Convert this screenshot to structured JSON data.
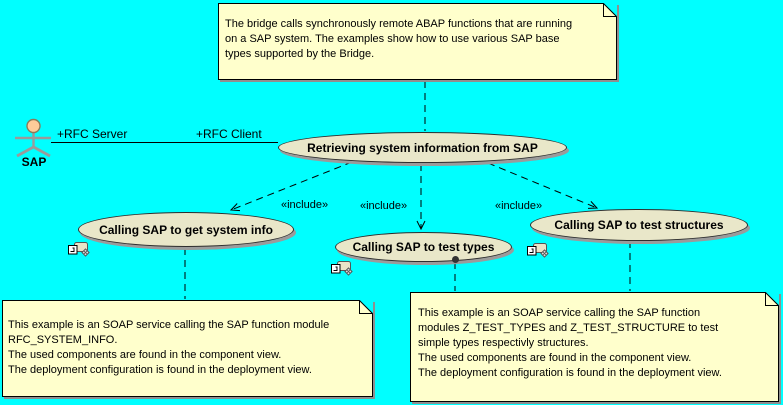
{
  "colors": {
    "background": "#00FFFF",
    "note_fill": "#FFFFCC",
    "usecase_fill": "#E9E7C9",
    "shadow_gray": "#9B9B9B",
    "actor_head": "#FFCC99"
  },
  "notes": {
    "top": {
      "text": "The bridge calls synchronously remote ABAP functions that are running\non a SAP system. The examples show how to use various SAP base\ntypes supported by the Bridge."
    },
    "left": {
      "text": "This example is an SOAP service calling the SAP function module\nRFC_SYSTEM_INFO.\nThe used components are found in the component view.\nThe deployment configuration is found in the deployment view."
    },
    "right": {
      "text": "This example is an SOAP service calling the SAP function\nmodules Z_TEST_TYPES and Z_TEST_STRUCTURE to test\nsimple types respectivly structures.\nThe used components are found in the component view.\nThe deployment configuration is found in the deployment view."
    }
  },
  "actor": {
    "label": "SAP"
  },
  "association": {
    "server_role": "+RFC Server",
    "client_role": "+RFC Client"
  },
  "usecases": {
    "main": {
      "label": "Retrieving system information from SAP"
    },
    "get_system_info": {
      "label": "Calling SAP to get system info"
    },
    "test_types": {
      "label": "Calling SAP to test types"
    },
    "test_structures": {
      "label": "Calling SAP to test structures"
    }
  },
  "stereotypes": {
    "include1": "«include»",
    "include2": "«include»",
    "include3": "«include»"
  }
}
